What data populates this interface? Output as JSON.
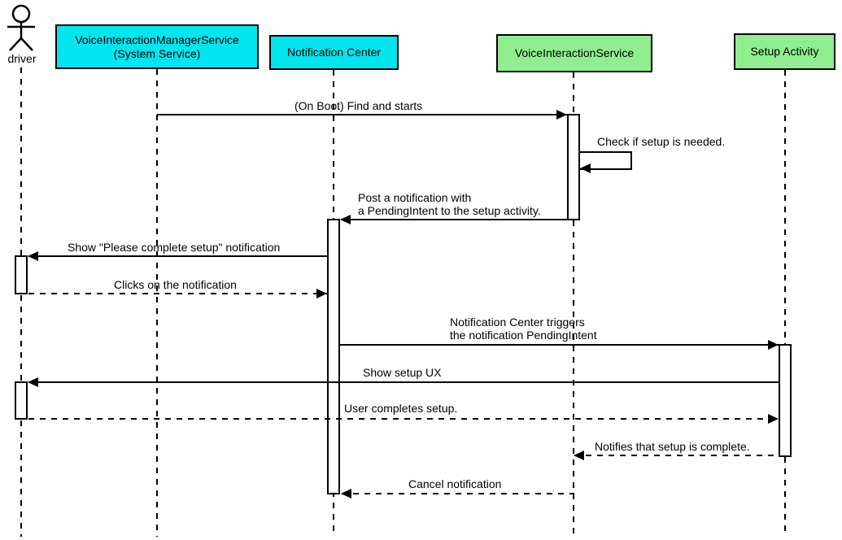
{
  "diagram": {
    "type": "uml-sequence-diagram",
    "actor": {
      "label": "driver"
    },
    "participants": [
      {
        "id": "vims",
        "label": "VoiceInteractionManagerService\n(System Service)",
        "fill": "#00e5ee"
      },
      {
        "id": "notification-center",
        "label": "Notification Center",
        "fill": "#00e5ee"
      },
      {
        "id": "vis",
        "label": "VoiceInteractionService",
        "fill": "#90ee90"
      },
      {
        "id": "setup-activity",
        "label": "Setup Activity",
        "fill": "#90ee90"
      }
    ],
    "messages": [
      {
        "text": "(On Boot) Find and starts",
        "from": "VoiceInteractionManagerService (System Service)",
        "to": "VoiceInteractionService",
        "line": "solid"
      },
      {
        "text": "Check if setup is needed.",
        "from": "VoiceInteractionService",
        "to": "VoiceInteractionService",
        "line": "solid",
        "self_message": true
      },
      {
        "text": "Post a notification with\na PendingIntent to the setup activity.",
        "from": "VoiceInteractionService",
        "to": "Notification Center",
        "line": "solid"
      },
      {
        "text": "Show \"Please complete setup\" notification",
        "from": "Notification Center",
        "to": "driver",
        "line": "solid"
      },
      {
        "text": "Clicks on the notification",
        "from": "driver",
        "to": "Notification Center",
        "line": "dashed"
      },
      {
        "text": "Notification Center triggers\nthe notification PendingIntent",
        "from": "Notification Center",
        "to": "Setup Activity",
        "line": "solid"
      },
      {
        "text": "Show setup UX",
        "from": "Setup Activity",
        "to": "driver",
        "line": "solid"
      },
      {
        "text": "User completes setup.",
        "from": "driver",
        "to": "Setup Activity",
        "line": "dashed"
      },
      {
        "text": "Notifies that setup is complete.",
        "from": "Setup Activity",
        "to": "VoiceInteractionService",
        "line": "dashed"
      },
      {
        "text": "Cancel notification",
        "from": "VoiceInteractionService",
        "to": "Notification Center",
        "line": "dashed"
      }
    ],
    "colors": {
      "box_cyan": "#00e5ee",
      "box_green": "#90ee90",
      "line": "#000000",
      "background": "#ffffff"
    }
  }
}
